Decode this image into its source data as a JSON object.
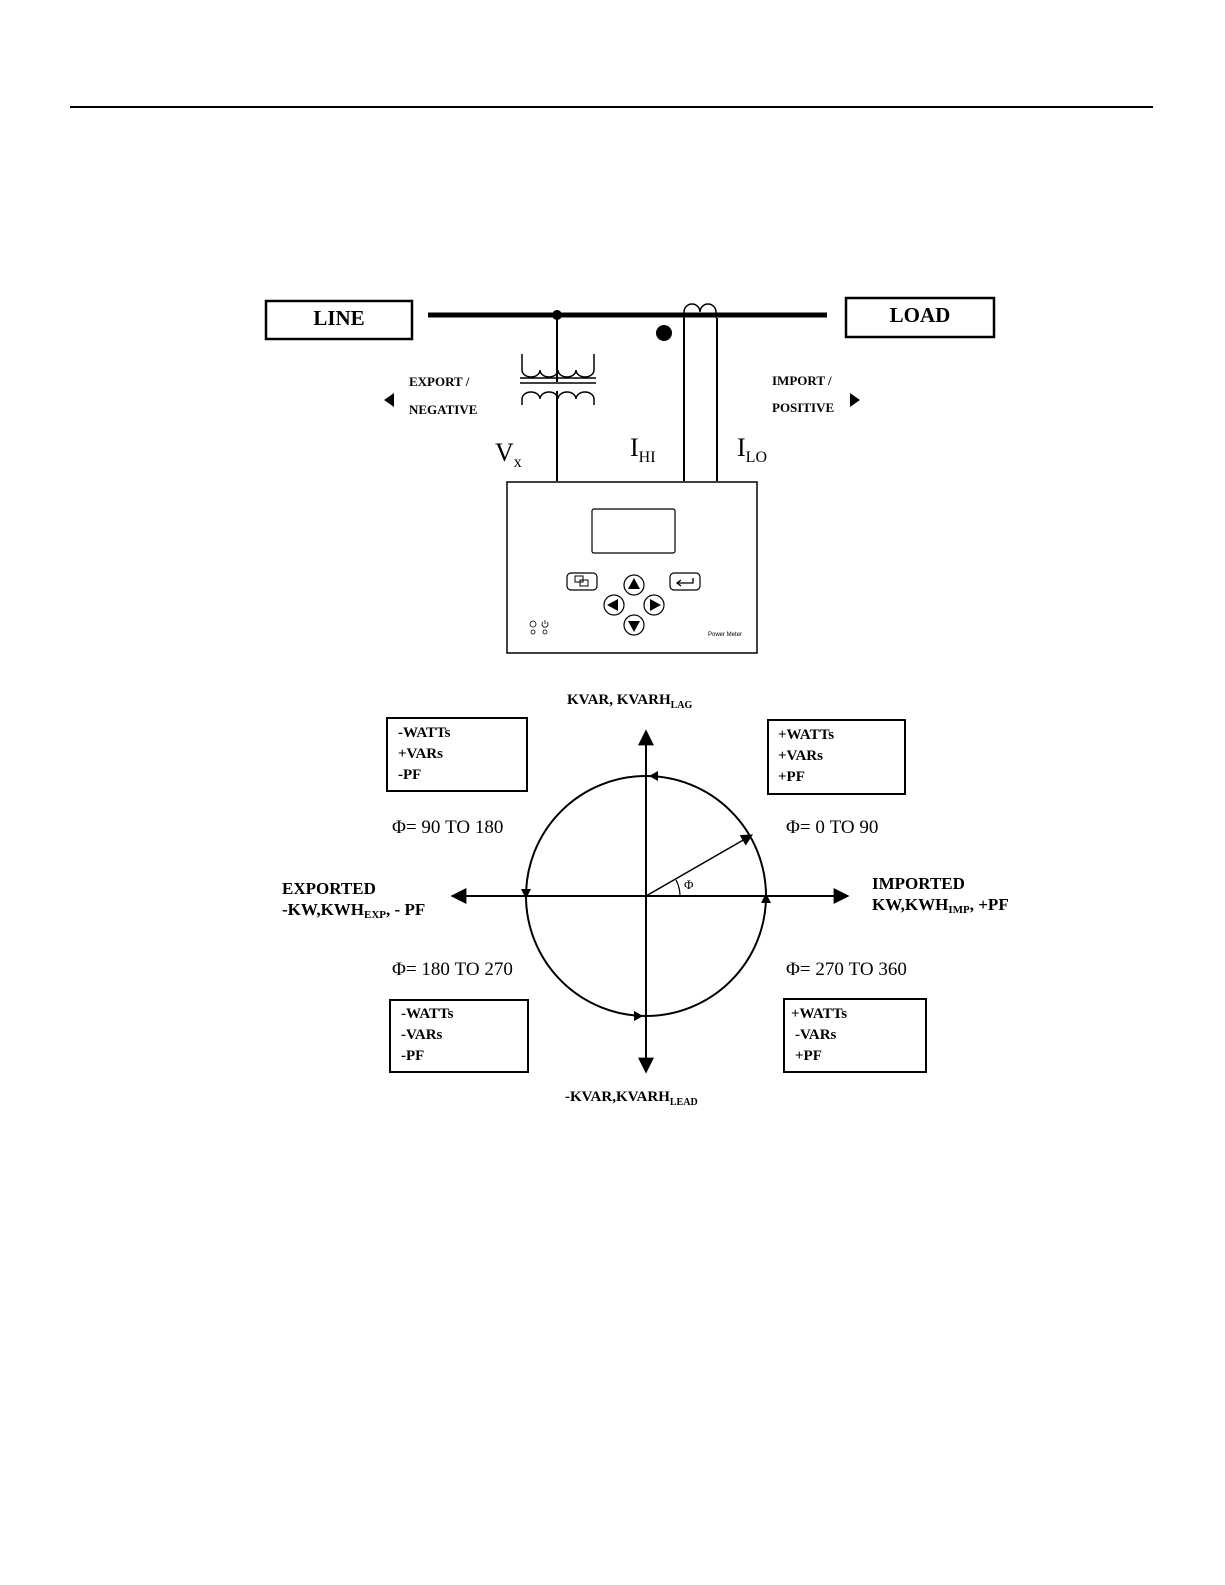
{
  "line_label": "LINE",
  "load_label": "LOAD",
  "export_label": {
    "l1": "EXPORT /",
    "l2": "NEGATIVE"
  },
  "import_label": {
    "l1": "IMPORT /",
    "l2": "POSITIVE"
  },
  "terminals": {
    "vx_main": "V",
    "vx_sub": "x",
    "ihi_main": "I",
    "ihi_sub": "HI",
    "ilo_main": "I",
    "ilo_sub": "LO"
  },
  "meter": {
    "brand_text": "Power Meter"
  },
  "axes": {
    "top_main": "KVAR, KVARH",
    "top_sub": "LAG",
    "bottom_main": "-KVAR,KVARH",
    "bottom_sub": "LEAD",
    "left_l1": "EXPORTED",
    "left_l2_a": "-KW,KWH",
    "left_l2_sub": "EXP",
    "left_l2_b": ", - PF",
    "right_l1": "IMPORTED",
    "right_l2_a": "KW,KWH",
    "right_l2_sub": "IMP",
    "right_l2_b": ", +PF"
  },
  "angle_symbol": "Φ",
  "quadrants": {
    "q1": {
      "range": "Φ= 0 TO 90",
      "lines": [
        "+WATTs",
        "+VARs",
        "+PF"
      ]
    },
    "q2": {
      "range": "Φ= 90 TO 180",
      "lines": [
        "-WATTs",
        "+VARs",
        "-PF"
      ]
    },
    "q3": {
      "range": "Φ= 180 TO 270",
      "lines": [
        "-WATTs",
        "-VARs",
        "-PF"
      ]
    },
    "q4": {
      "range": "Φ= 270 TO 360",
      "lines": [
        "+WATTs",
        "-VARs",
        "+PF"
      ]
    }
  }
}
